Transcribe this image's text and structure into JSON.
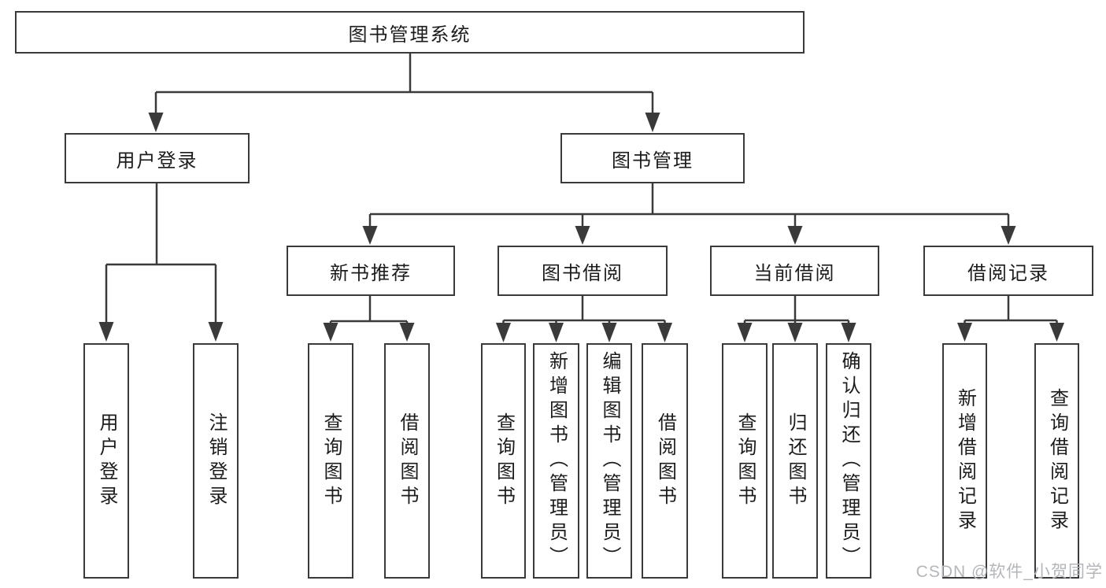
{
  "watermark": "CSDN @软件_小贺同学",
  "tree": {
    "root": {
      "label": "图书管理系统"
    },
    "login": {
      "label": "用户登录",
      "children": [
        {
          "label": "用户登录"
        },
        {
          "label": "注销登录"
        }
      ]
    },
    "manage": {
      "label": "图书管理",
      "sections": [
        {
          "label": "新书推荐",
          "children": [
            {
              "label": "查询图书"
            },
            {
              "label": "借阅图书"
            }
          ]
        },
        {
          "label": "图书借阅",
          "children": [
            {
              "label": "查询图书"
            },
            {
              "label": "新增图书（管理员）"
            },
            {
              "label": "编辑图书（管理员）"
            },
            {
              "label": "借阅图书"
            }
          ]
        },
        {
          "label": "当前借阅",
          "children": [
            {
              "label": "查询图书"
            },
            {
              "label": "归还图书"
            },
            {
              "label": "确认归还（管理员）"
            }
          ]
        },
        {
          "label": "借阅记录",
          "children": [
            {
              "label": "新增借阅记录"
            },
            {
              "label": "查询借阅记录"
            }
          ]
        }
      ]
    }
  }
}
